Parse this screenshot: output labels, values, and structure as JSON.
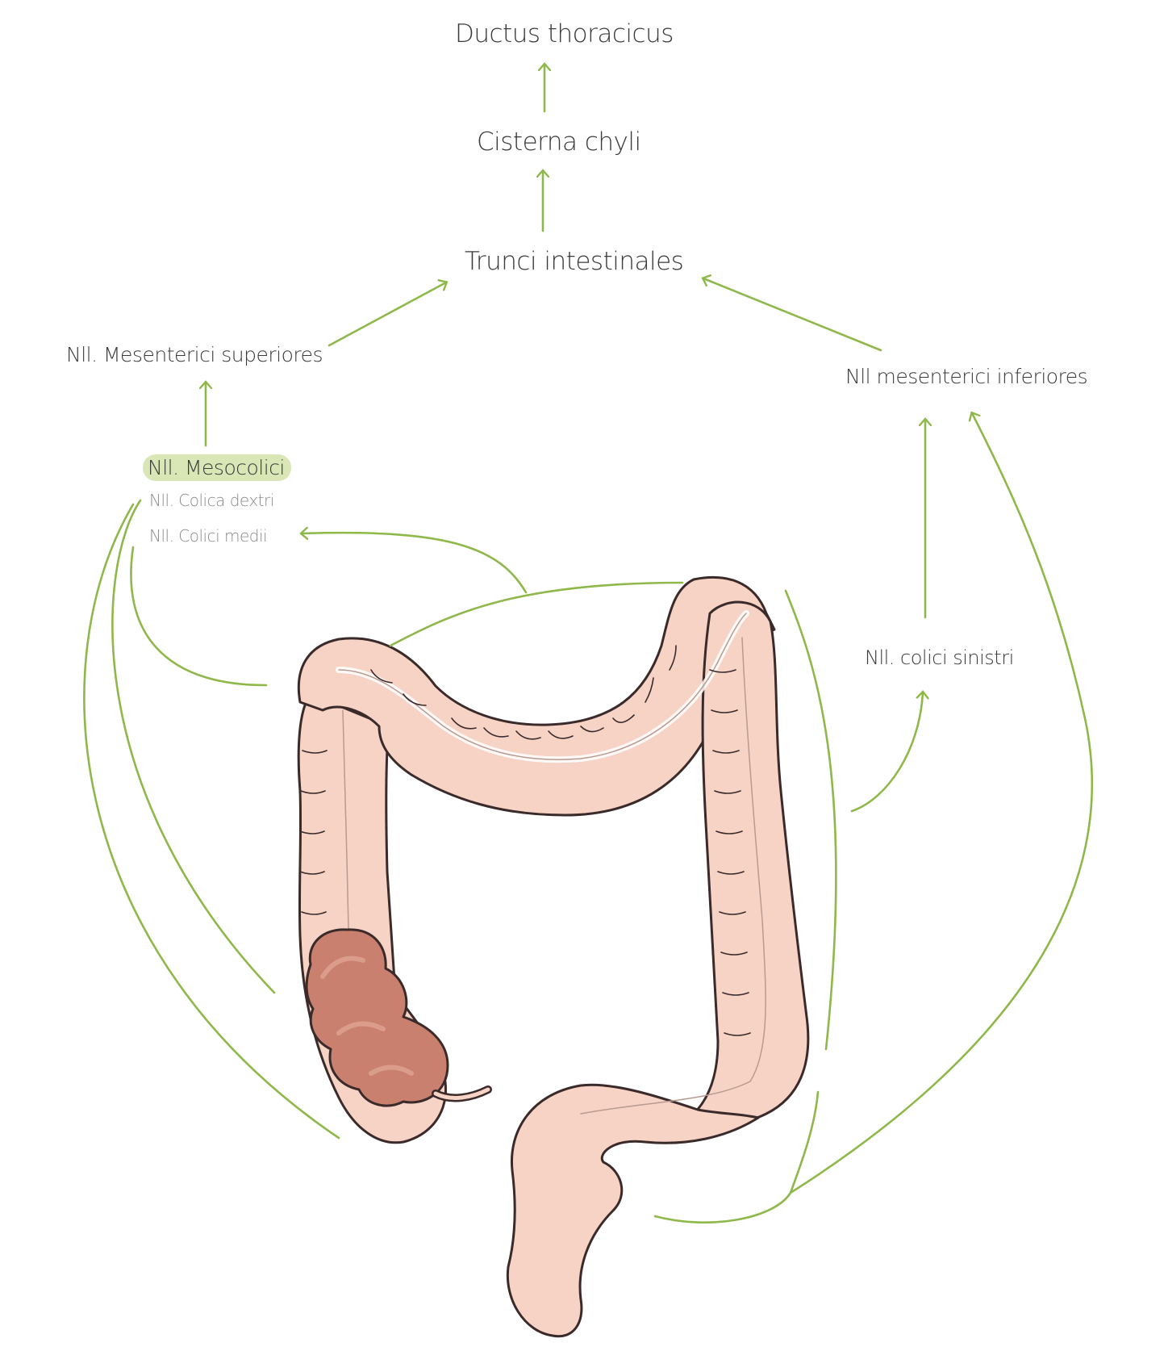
{
  "colors": {
    "arrow": "#8fb84a",
    "colon_fill": "#f6d3c5",
    "colon_outline": "#3a2a2a",
    "cecum_fill": "#c9806e",
    "highlight": "#d9e7b6"
  },
  "labels": {
    "ductus_thoracicus": "Ductus thoracicus",
    "cisterna_chyli": "Cisterna chyli",
    "trunci_intestinales": "Trunci intestinales",
    "nll_mesenterici_superiores": "Nll. Mesenterici superiores",
    "nll_mesenterici_inferiores": "Nll mesenterici inferiores",
    "nll_mesocolici": "Nll. Mesocolici",
    "nll_colica_dextri": "Nll. Colica dextri",
    "nll_colici_medii": "Nll. Colici medii",
    "nll_colici_sinistri": "Nll. colici sinistri"
  },
  "icons": {
    "arrow": "arrow-icon",
    "colon": "large-intestine-illustration"
  }
}
